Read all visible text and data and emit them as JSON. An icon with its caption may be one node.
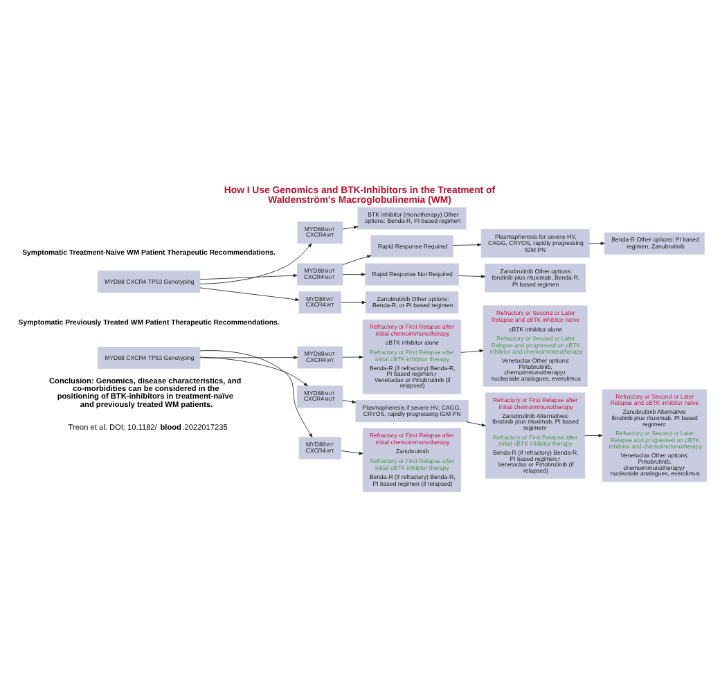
{
  "diagram": {
    "title": "How I Use Genomics and BTK-Inhibitors in the Treatment of Waldenström's Macroglobulinemia (WM)",
    "nodes": [
      {
        "text": [
          "MYD88 CXCR4 TP53 Genotyping"
        ]
      },
      {
        "text": [
          "MYD88$^{MUT}$ CXCR4$^{WT}$"
        ]
      },
      {
        "text": [
          "MYD88$^{MUT}$ CXCR4$^{MUT}$"
        ]
      },
      {
        "text": [
          "MYD88$^{WT}$ CXCR4$^{WT}$"
        ]
      },
      {
        "text": [
          "BTK inhibitor (monotherapy) Other options: Benda-R, PI based regimen"
        ]
      },
      {
        "text": [
          "Rapid Response Required"
        ]
      },
      {
        "text": [
          "Rapid Response Not Required"
        ]
      },
      {
        "text": [
          "Plasmapheresis for severe HV, CAGG, CRYOS, rapidly progressing IGM PN"
        ]
      },
      {
        "text": [
          "Benda-R Other options: PI based regimen, Zanubrutinib"
        ]
      },
      {
        "text": [
          "Zanubrutinib Other options: Ibrutinib plus rituximab, Benda-R, PI based regimen"
        ]
      },
      {
        "text": [
          "Zanubrutinib Other options: Benda-R, or PI based regimen"
        ]
      },
      {
        "text": [
          "MYD88 CXCR4 TP53 Genotyping"
        ]
      },
      {
        "text": [
          "MYD88$^{MUT}$ CXCR4$^{WT}$"
        ]
      },
      {
        "text": [
          "MYD88$^{MUT}$ CXCR4$^{MUT}$"
        ]
      },
      {
        "text": [
          "MYD88$^{WT}$ CXCR4$^{WT}$"
        ]
      },
      {
        "text": [
          "Refractory or First Relapse after initial chemoimmunotherapy",
          "cBTK inhibitor alone",
          "Refractory or First Relapse after initial cBTK-inhibitor therapy",
          "Benda-R (if refractory) Benda-R, PI based regimen,$^{†}$ Venetoclax or Pirtobrutinib (if relapsed)"
        ]
      },
      {
        "text": [
          "Refractory or Second or Later Relapse and cBTK inhibitor naïve",
          "cBTK inhibitor alone",
          "Refractory or Second or Later Relapse and progressed on cBTK inhibitor and chemoimmunotherapy",
          "Venetoclax Other options: Pirtobrutinib, chemoimmunotherapy,$^{†}$ nucleoside analogues, everolimus"
        ]
      },
      {
        "text": [
          "Plasmapheresis if severe HV, CAGG, CRYOS, rapidly progressing IGM PN"
        ]
      },
      {
        "text": [
          "Refractory or First Relapse after initial chemoimmunotherapy",
          "Zanubrutinib Alternatives: Ibrutinib plus rituximab, PI based regimen$^{†}$",
          "Refractory or First Relapse after initial cBTK inhibitor therapy",
          "Benda-R (if refractory) Benda-R, PI based regimen,$^{†}$ Venetoclax or Pirtobrutinib (if relapsed)"
        ]
      },
      {
        "text": [
          "Refractory or Second or Later Relapse and cBTK inhibitor naïve",
          "Zanubrutinib Alternative: Ibrutinib plus rituximab, PI based regimen$^{†}$",
          "Refractory or Second or Later Relapse and progressed on cBTK inhibitor and chemoimmunotherapy",
          "Venetoclax Other options: Pirtobrutinib, chemoimmunotherapy,$^{†}$ nucleoside analogues, everolimus"
        ]
      },
      {
        "text": [
          "Refractory or First Relapse after initial chemoimmunotherapy",
          "Zanubrutinib",
          "Refractory or First Relapse after initial cBTK inhibitor therapy",
          "Benda-R (if refractory) Benda-R, PI based regimen (if relapsed)"
        ]
      }
    ],
    "edges": [
      {
        "from": 0,
        "to": 1,
        "arrow": "to"
      },
      {
        "from": 0,
        "to": 2,
        "arrow": "to"
      },
      {
        "from": 0,
        "to": 3,
        "arrow": "to"
      },
      {
        "from": 1,
        "to": 4,
        "arrow": "to"
      },
      {
        "from": 2,
        "to": 5,
        "arrow": "to"
      },
      {
        "from": 2,
        "to": 6,
        "arrow": "to"
      },
      {
        "from": 5,
        "to": 7,
        "arrow": "to"
      },
      {
        "from": 7,
        "to": 8,
        "arrow": "to"
      },
      {
        "from": 6,
        "to": 9,
        "arrow": "to"
      },
      {
        "from": 3,
        "to": 10,
        "arrow": "to"
      },
      {
        "from": 11,
        "to": 12,
        "arrow": "to"
      },
      {
        "from": 11,
        "to": 13,
        "arrow": "to"
      },
      {
        "from": 11,
        "to": 14,
        "arrow": "to"
      },
      {
        "from": 12,
        "to": 15,
        "arrow": "to"
      },
      {
        "from": 15,
        "to": 16,
        "arrow": "to"
      },
      {
        "from": 13,
        "to": 17,
        "arrow": "to"
      },
      {
        "from": 17,
        "to": 18,
        "arrow": "to"
      },
      {
        "from": 18,
        "to": 19,
        "arrow": "to"
      },
      {
        "from": 14,
        "to": 20,
        "arrow": "to"
      }
    ],
    "labels": [
      "Symptomatic Treatment-Naive WM Patient Therapeutic Recommendations.",
      "Symptomatic Previously Treated WM Patient Therapeutic Recommendations.",
      "Conclusion: Genomics, disease characteristics, and co-morbidities can be considered in the positioning of BTK-inhibitors in treatment-naïve and previously treated WM patients.",
      "Treon et al. DOI: 10.1182/**blood**.2022017235"
    ]
  }
}
